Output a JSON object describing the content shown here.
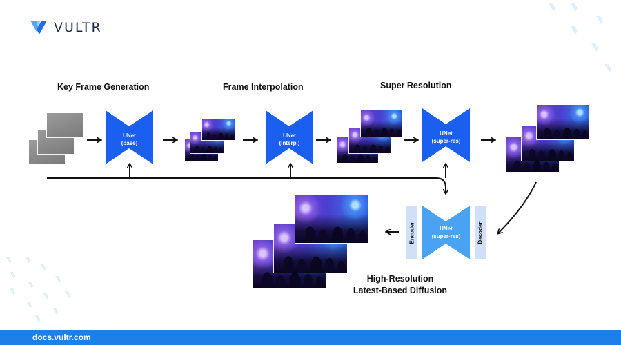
{
  "brand": {
    "name": "VULTR",
    "logo_icon": "vultr-v-logo-icon",
    "accent_color": "#1e7fe8",
    "unet_color": "#1a5ff0",
    "decoder_unet_color": "#4aa3f2",
    "side_box_color": "#cfe0f8"
  },
  "stages": [
    {
      "title": "Key Frame Generation",
      "unet_label": "UNet",
      "unet_sublabel": "(base)",
      "input": "noise-frames"
    },
    {
      "title": "Frame Interpolation",
      "unet_label": "UNet",
      "unet_sublabel": "(interp.)",
      "input": "low-res-frames"
    },
    {
      "title": "Super Resolution",
      "unet_label": "UNet",
      "unet_sublabel": "(super-res)",
      "input": "interpolated-frames"
    }
  ],
  "latent_stage": {
    "title_line1": "High-Resolution",
    "title_line2": "Latest-Based Diffusion",
    "encoder_label": "Encoder",
    "decoder_label": "Decoder",
    "unet_label": "UNet",
    "unet_sublabel": "(super-res)"
  },
  "footer": {
    "url_text": "docs.vultr.com"
  }
}
